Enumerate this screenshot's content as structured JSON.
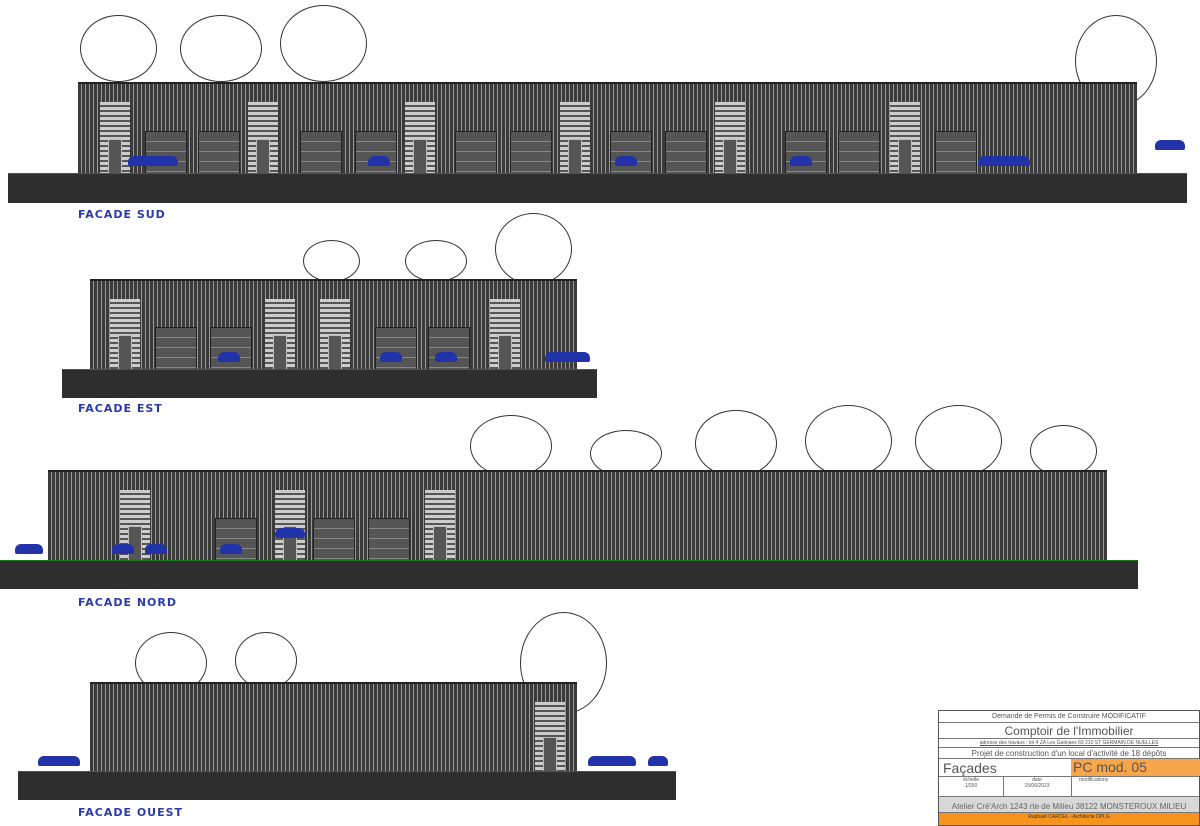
{
  "facades": [
    {
      "id": "sud",
      "label": "FACADE SUD"
    },
    {
      "id": "est",
      "label": "FACADE EST"
    },
    {
      "id": "nord",
      "label": "FACADE NORD"
    },
    {
      "id": "ouest",
      "label": "FACADE OUEST"
    }
  ],
  "title_block": {
    "request": "Demande de Permis de Construire MODIFICATIF",
    "client": "Comptoir de l'Immobilier",
    "address": "adresse des travaux : lot 4 ZA Les Gatinaes 69 210 ST GERMAIN DE NUELLES",
    "project": "Projet de construction d'un local d'activité de 18 dépôts",
    "sheet_title": "Façades",
    "sheet_code": "PC mod. 05",
    "scale_label": "échelle",
    "scale": "1/250",
    "date_label": "date",
    "date": "15/06/2023",
    "modifications_label": "modifications",
    "office": "Atelier Cré'Arch 1243 rte de Milieu 38122 MONSTEROUX MILIEU",
    "architect": "Raphaël CARCEL - Architecte DPLG",
    "accent_color": "#f7941d"
  }
}
